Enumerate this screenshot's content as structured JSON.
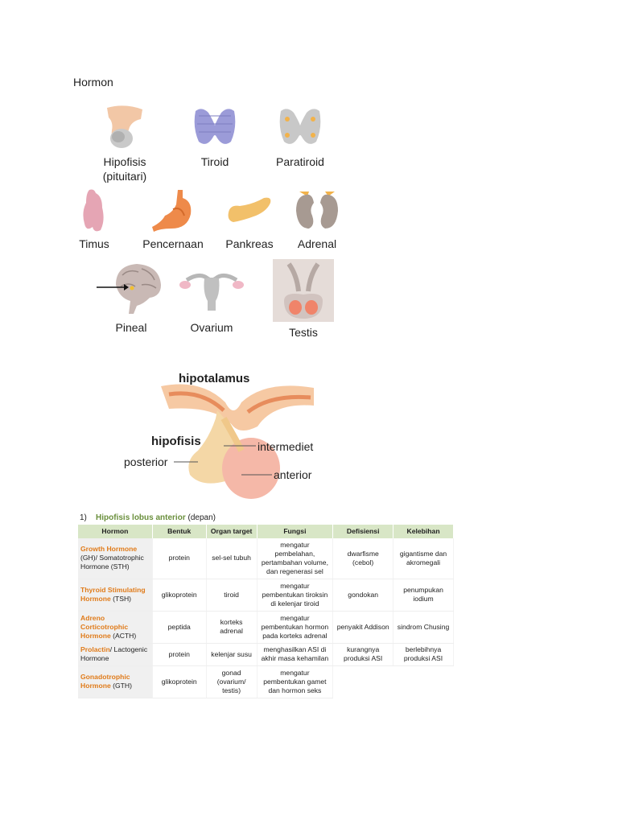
{
  "page": {
    "title": "Hormon"
  },
  "organs": [
    {
      "label": "Hipofisis",
      "label2": "(pituitari)",
      "icon": "pituitary-icon"
    },
    {
      "label": "Tiroid",
      "label2": "",
      "icon": "thyroid-icon"
    },
    {
      "label": "Paratiroid",
      "label2": "",
      "icon": "parathyroid-icon"
    },
    {
      "label": "Timus",
      "label2": "",
      "icon": "thymus-icon"
    },
    {
      "label": "Pencernaan",
      "label2": "",
      "icon": "stomach-icon"
    },
    {
      "label": "Pankreas",
      "label2": "",
      "icon": "pancreas-icon"
    },
    {
      "label": "Adrenal",
      "label2": "",
      "icon": "kidney-icon"
    },
    {
      "label": "Pineal",
      "label2": "",
      "icon": "brain-icon"
    },
    {
      "label": "Ovarium",
      "label2": "",
      "icon": "uterus-icon"
    },
    {
      "label": "Testis",
      "label2": "",
      "icon": "testis-icon"
    }
  ],
  "diagram": {
    "hipotalamus": "hipotalamus",
    "hipofisis": "hipofisis",
    "intermediet": "intermediet",
    "posterior": "posterior",
    "anterior": "anterior"
  },
  "section": {
    "number": "1)",
    "highlight": "Hipofisis lobus anterior",
    "suffix": "(depan)"
  },
  "table": {
    "headers": [
      "Hormon",
      "Bentuk",
      "Organ target",
      "Fungsi",
      "Defisiensi",
      "Kelebihan"
    ],
    "rows": [
      {
        "name": "Growth Hormone",
        "name_rest": "(GH)/ Somatotrophic Hormone (STH)",
        "bentuk": "protein",
        "target": "sel-sel tubuh",
        "fungsi": "mengatur pembelahan, pertambahan volume, dan regenerasi sel",
        "defisiensi": "dwarfisme (cebol)",
        "kelebihan": "gigantisme dan akromegali"
      },
      {
        "name": "Thyroid Stimulating Hormone",
        "name_rest": "(TSH)",
        "bentuk": "glikoprotein",
        "target": "tiroid",
        "fungsi": "mengatur pembentukan tiroksin di kelenjar tiroid",
        "defisiensi": "gondokan",
        "kelebihan": "penumpukan iodium"
      },
      {
        "name": "Adreno Corticotrophic Hormone",
        "name_rest": "(ACTH)",
        "bentuk": "peptida",
        "target": "korteks adrenal",
        "fungsi": "mengatur pembentukan hormon pada korteks adrenal",
        "defisiensi": "penyakit Addison",
        "kelebihan": "sindrom Chusing"
      },
      {
        "name": "Prolactin",
        "name_rest": "/ Lactogenic Hormone",
        "bentuk": "protein",
        "target": "kelenjar susu",
        "fungsi": "menghasilkan ASI di akhir masa kehamilan",
        "defisiensi": "kurangnya produksi ASI",
        "kelebihan": "berlebihnya produksi ASI"
      },
      {
        "name": "Gonadotrophic Hormone",
        "name_rest": "(GTH)",
        "bentuk": "glikoprotein",
        "target": "gonad (ovarium/ testis)",
        "fungsi": "mengatur pembentukan gamet dan hormon seks",
        "defisiensi": "",
        "kelebihan": ""
      }
    ]
  }
}
